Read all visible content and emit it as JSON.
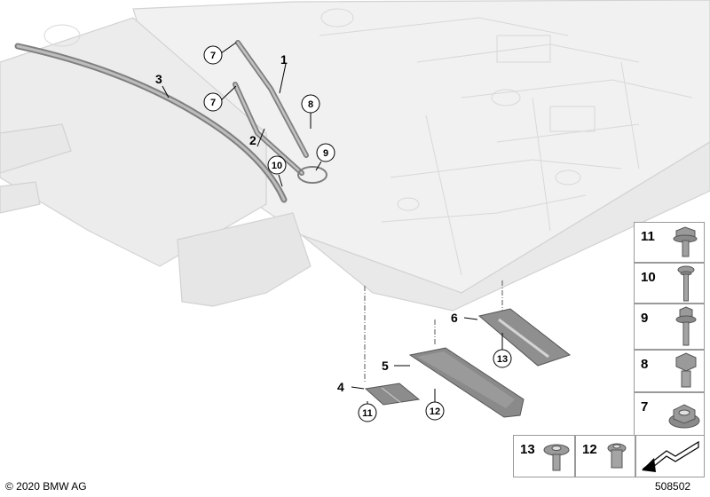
{
  "callouts": {
    "c1": "1",
    "c2": "2",
    "c3": "3",
    "c4": "4",
    "c5": "5",
    "c6": "6",
    "c7a": "7",
    "c7b": "7",
    "c8": "8",
    "c9": "9",
    "c10": "10",
    "c11": "11",
    "c12": "12",
    "c13": "13"
  },
  "legend": {
    "p11": "11",
    "p10": "10",
    "p9": "9",
    "p8": "8",
    "p7": "7",
    "p13": "13",
    "p12": "12"
  },
  "footer": {
    "copyright": "© 2020 BMW AG",
    "part_number": "508502"
  }
}
